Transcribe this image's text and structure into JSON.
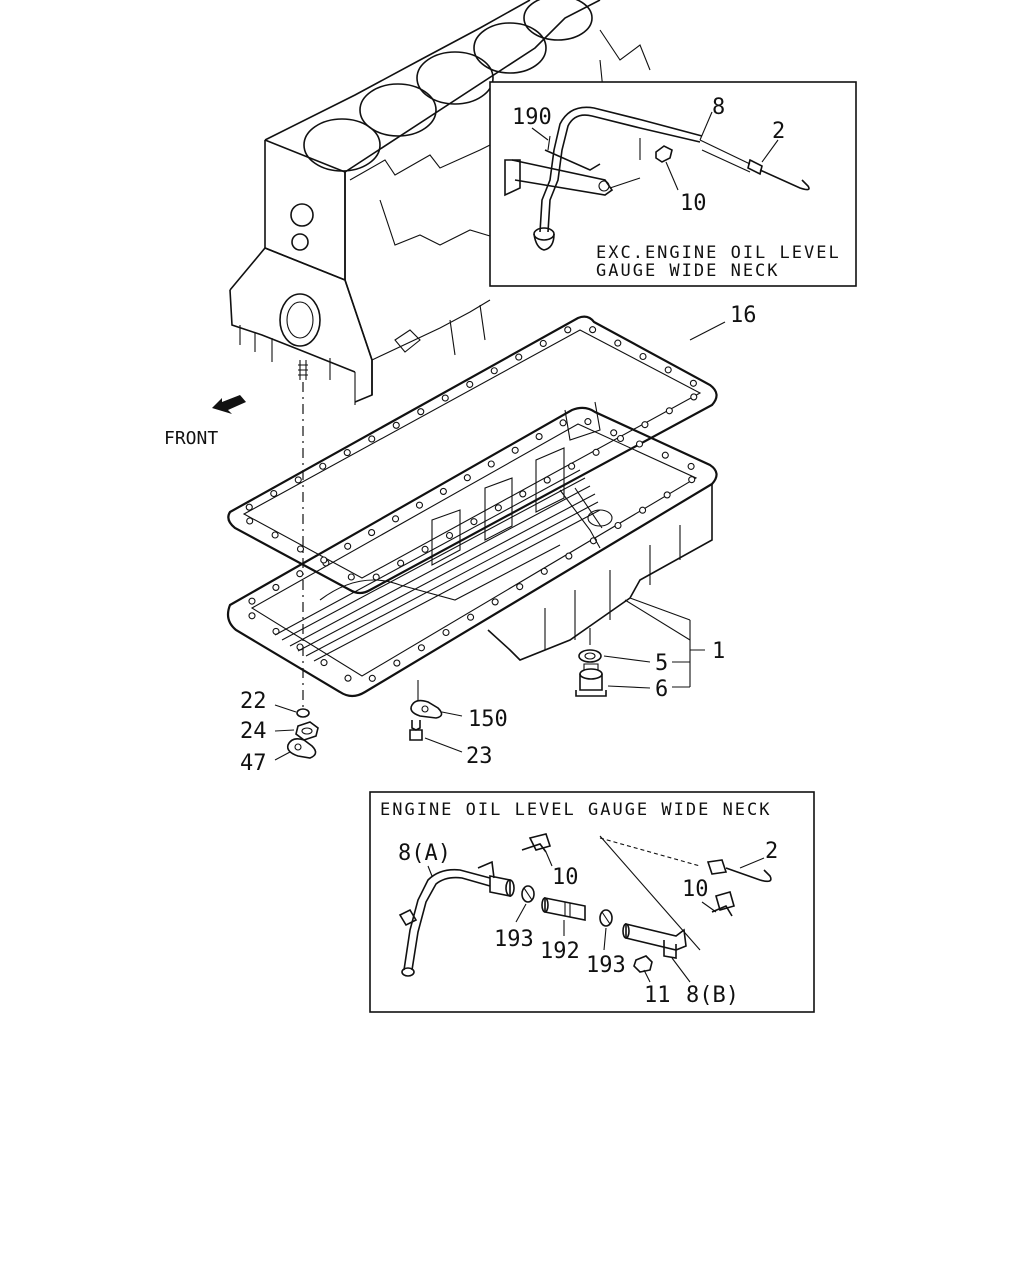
{
  "diagram": {
    "inset_top": {
      "caption_line1": "EXC.ENGINE OIL LEVEL",
      "caption_line2": "GAUGE WIDE NECK",
      "labels": [
        "190",
        "8",
        "2",
        "10"
      ]
    },
    "inset_bottom": {
      "caption": "ENGINE OIL LEVEL GAUGE WIDE NECK",
      "labels": [
        "8(A)",
        "10",
        "2",
        "10",
        "193",
        "192",
        "193",
        "11",
        "8(B)"
      ]
    },
    "front_label": "FRONT",
    "part_labels": {
      "gasket": "16",
      "oil_pan": "1",
      "washer": "5",
      "drain_plug": "6",
      "stud": "22",
      "nut": "24",
      "bracket_left": "47",
      "bracket_center": "150",
      "bolt_center": "23"
    }
  }
}
